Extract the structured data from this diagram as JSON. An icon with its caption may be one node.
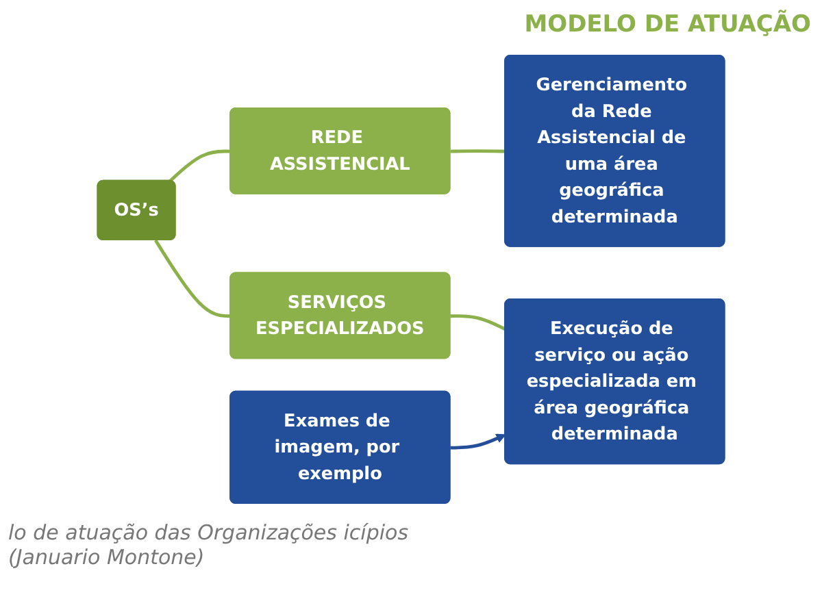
{
  "diagram": {
    "title": "MODELO DE ATUAÇÃO",
    "caption": "lo de atuação das Organizações icípios (Januario Montone)",
    "nodes": [
      {
        "text": [
          "OS’s"
        ]
      },
      {
        "text": [
          "REDE ASSISTENCIAL"
        ]
      },
      {
        "text": [
          "SERVIÇOS ESPECIALIZADOS"
        ]
      },
      {
        "text": [
          "Gerenciamento da Rede Assistencial de uma área geográfica determinada"
        ]
      },
      {
        "text": [
          "Execução de serviço ou ação especializada em área geográfica determinada"
        ]
      },
      {
        "text": [
          "Exames de imagem, por exemplo"
        ]
      }
    ],
    "edges": [
      {
        "from": 0,
        "to": 1,
        "arrow": "none"
      },
      {
        "from": 0,
        "to": 2,
        "arrow": "none"
      },
      {
        "from": 1,
        "to": 3,
        "arrow": "none"
      },
      {
        "from": 2,
        "to": 4,
        "arrow": "none"
      },
      {
        "from": 5,
        "to": 4,
        "arrow": "to",
        "color": "#234e9a"
      }
    ]
  }
}
